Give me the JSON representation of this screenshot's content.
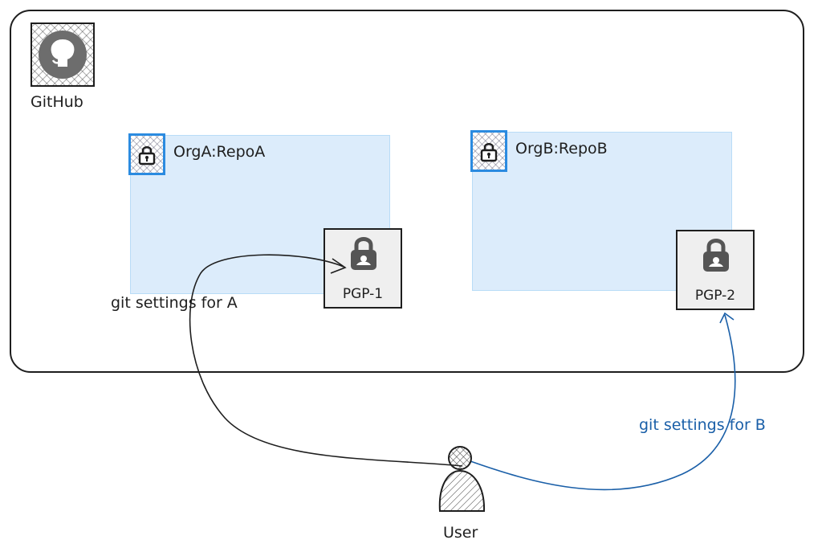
{
  "github": {
    "label": "GitHub",
    "icon": "github-icon"
  },
  "repos": [
    {
      "title": "OrgA:RepoA",
      "icon": "lock-icon",
      "key": {
        "label": "PGP-1",
        "icon": "padlock-icon"
      }
    },
    {
      "title": "OrgB:RepoB",
      "icon": "lock-icon",
      "key": {
        "label": "PGP-2",
        "icon": "padlock-icon"
      }
    }
  ],
  "edges": [
    {
      "label": "git settings for A",
      "color": "#1e1e1e"
    },
    {
      "label": "git settings for B",
      "color": "#1a5fa8"
    }
  ],
  "user": {
    "label": "User",
    "icon": "user-icon"
  },
  "colors": {
    "repo_fill": "#dcecfb",
    "lock_border": "#2b8be0",
    "key_fill": "#efefef"
  }
}
